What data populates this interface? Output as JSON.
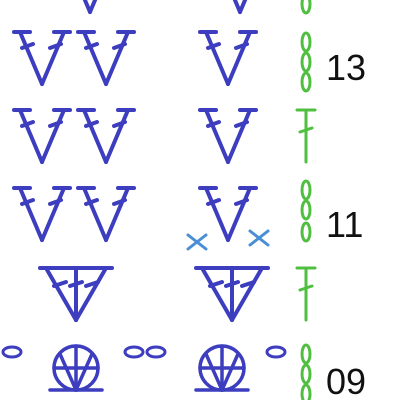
{
  "row_labels": {
    "r13": "13",
    "r11": "11",
    "r09": "09"
  },
  "colors": {
    "stitch": "#3d3dbf",
    "chain_accent": "#4fbf3f",
    "single_crochet": "#4a8fd6",
    "label": "#111111"
  },
  "symbols": {
    "treble": "treble-crochet-symbol",
    "single": "single-crochet-symbol",
    "chain": "chain-symbol",
    "cluster": "puff-cluster-symbol"
  }
}
